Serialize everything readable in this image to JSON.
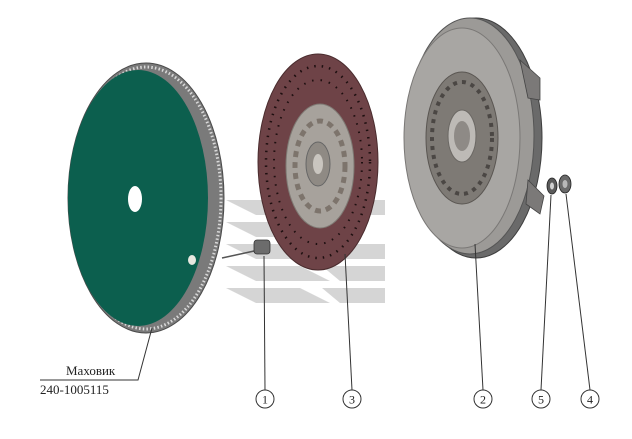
{
  "flywheel_label": {
    "name": "Маховик",
    "part_number": "240-1005115"
  },
  "callouts": [
    "1",
    "3",
    "2",
    "5",
    "4"
  ],
  "colors": {
    "flywheel": "#0c5f4e",
    "flywheel_teeth": "#6b6b6b",
    "disc_lining": "#6e4347",
    "disc_hub": "#a7a29c",
    "pressure_plate": "#a8a6a3",
    "cover_ring": "#6a6a6a",
    "watermark": "#bdbdbd",
    "line": "#333333"
  }
}
